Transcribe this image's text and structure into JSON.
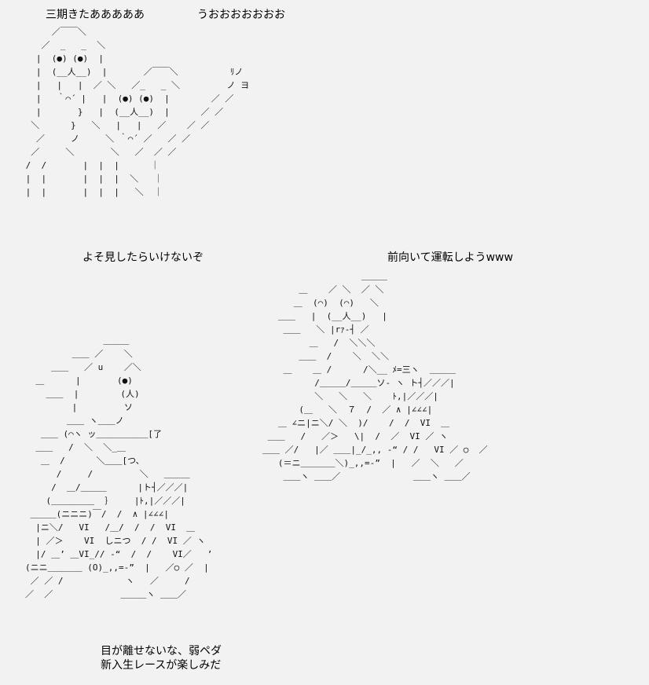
{
  "panels": {
    "top_left": {
      "caption": "三期きたあああああ"
    },
    "top_right": {
      "caption": "うおおおおおおお"
    },
    "middle_left": {
      "caption": "よそ見したらいけないぞ"
    },
    "middle_right": {
      "caption": "前向いて運転しようwww"
    },
    "bottom": {
      "caption_line1": "目が離せないな、弱ペダ",
      "caption_line2": "新入生レースが楽しみだ"
    }
  },
  "art": {
    "top_figures": "      ／￣￣＼\n    ／  _   _  ＼\n   |  (●) (●)  |\n   |  (__人__)  |       ／￣￣＼          ﾘノ\n   |   |   |  ／ ＼   ／_   _ ＼         ノ ヨ\n   |   ｀⌒´ |   |  (●) (●)  |        ／ ／\n   |       }   |  (__人__)  |      ／ ／\n  ＼      }   ＼   |   |   ／    ／ ／\n   ／     ノ     ＼ ｀⌒´ ／   ／ ／\n  ／     ＼       ＼   ／  ／ ／\n /  /       |  |  |      ｜\n |  |       |  |  |  ＼   ｜\n |  |       |  |  |   ＼  ｜",
    "right_scene": "                   ＿＿＿\n       ＿    ／ ＼  ／ ＼\n      ＿  (⌒)  (⌒)   ＼\n   ＿＿   |  (__人__)   |\n    ＿＿   ＼ |rｧ‐┤ ／\n         ＿   /  ＼＼＼\n       ＿＿  /    ＼  ＼＼\n    ＿    ＿ /      /＼__ ﾒ=三ヽ  ＿＿＿\n          /＿＿＿/＿＿＿ソ‐ ヽ ト┤／／／|\n          ＼   ＼   ＼    ﾄ,|／／／|\n       (＿   ＼  ７  /  ／ ∧ |∠∠∠|\n   ＿ ∠ニ|ニ＼/ ＼  )/    /  /  VI  ＿\n ＿＿   /   ／＞   \\|  /  ／  VI ／ ヽ\n＿＿ ／/   |／ ＿＿|_/_,, -“ / /   VI ／ ○  ／\n   (＝ニ＿＿＿＿＼)_,,=-”  |   ／  ＼   ／\n    ＿＿ヽ ＿＿／              ＿＿ヽ ＿＿／",
    "left_scene": "               ＿＿＿\n         ＿＿ ／    ＼\n     ＿＿   ／ u    ／＼\n  ＿      |       (●)\n    ＿＿  |        (人)\n         |         ソ\n        ＿＿ ヽ＿＿ノ\n   ＿＿ (⌒ヽ ッ＿＿＿＿＿＿[了\n  ＿＿   /  ＼  ＼_＿\n   ＿  /      ＼＿＿[つ、\n      /     /         ＼   ＿＿＿\n     /  ＿/＿＿＿      |ト┤／／／|\n    (＿＿＿＿＿  ｝    |ﾄ,|／／／|\n ＿＿＿(ニニニ)￣/  /  ∧ |∠∠∠|\n  |ニ＼/   VI   /＿/  /  /  VI  ＿\n  | ／＞    VI  しニつ  / /  VI ／ ヽ\n  |/ ＿’ ＿VI_// -“  /  /    VI／   ’\n(ニニ＿＿＿＿ (O)_,,=-”  |   ／○ ／  |\n ／ ／ /            ヽ   ／     /\n／  ／             ＿＿＿ヽ ＿＿／"
  }
}
